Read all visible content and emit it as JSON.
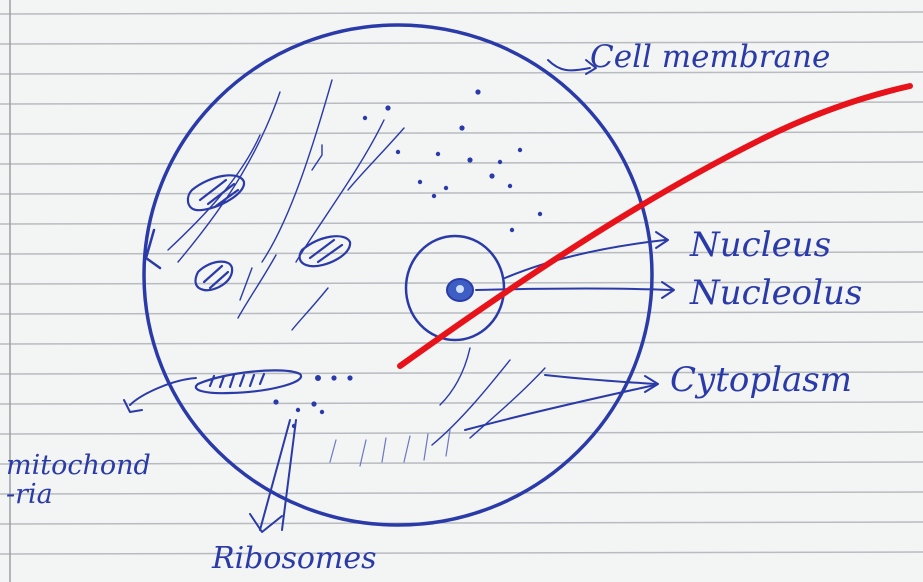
{
  "diagram": {
    "labels": {
      "cell_membrane": "Cell membrane",
      "nucleus": "Nucleus",
      "nucleolus": "Nucleolus",
      "cytoplasm": "Cytoplasm",
      "mitochondria_line1": "mitochond",
      "mitochondria_line2": "-ria",
      "ribosomes": "Ribosomes"
    }
  },
  "colors": {
    "paper": "#f3f4f4",
    "ruled_line": "#b8bcc0",
    "ink": "#2a3aa8",
    "red_mark": "#e8121a"
  }
}
